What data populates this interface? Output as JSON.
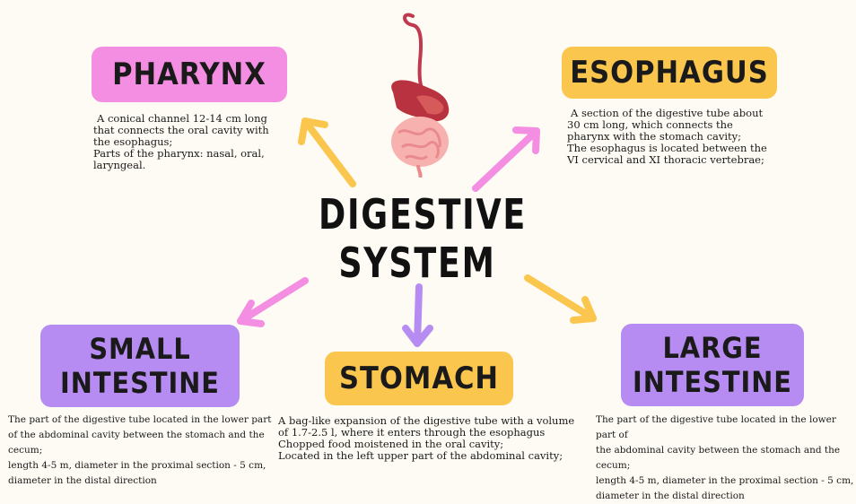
{
  "title": {
    "line1": "DIGESTIVE",
    "line2": "SYSTEM"
  },
  "nodes": {
    "pharynx": {
      "label": "PHARYNX",
      "lines": [
        "A conical channel 12-14 cm long",
        "that connects the oral cavity with",
        "the esophagus;",
        "Parts of the pharynx: nasal, oral,",
        "laryngeal."
      ]
    },
    "esophagus": {
      "label": "ESOPHAGUS",
      "lines": [
        "A section of the digestive tube about",
        "30 cm long, which connects the",
        "pharynx with the stomach cavity;",
        "The esophagus is located between the",
        "VI cervical and XI thoracic vertebrae;"
      ]
    },
    "small_intestine": {
      "label_line1": "SMALL",
      "label_line2": "INTESTINE",
      "lines": [
        "The part of the digestive tube located in the lower part",
        "of the abdominal cavity between the stomach and the",
        "cecum;",
        "length 4-5 m, diameter in the proximal section - 5 cm,",
        "diameter in the distal direction"
      ]
    },
    "stomach": {
      "label": "STOMACH",
      "lines": [
        "A bag-like expansion of the digestive tube with a volume",
        "of 1.7-2.5 l, where it enters through the esophagus",
        "Chopped food moistened in the oral cavity;",
        "Located in the left upper part of the abdominal cavity;"
      ]
    },
    "large_intestine": {
      "label_line1": "LARGE",
      "label_line2": "INTESTINE",
      "lines": [
        "The part of the digestive tube located in the lower part of",
        "the abdominal cavity between the stomach and the",
        "cecum;",
        "length 4-5 m, diameter in the proximal section - 5 cm,",
        "diameter in the distal direction"
      ]
    }
  },
  "colors": {
    "pink": "#f48ee2",
    "yellow": "#fbc64d",
    "purple": "#b68cf2"
  },
  "icons": {
    "center": "digestive-organs-icon"
  }
}
